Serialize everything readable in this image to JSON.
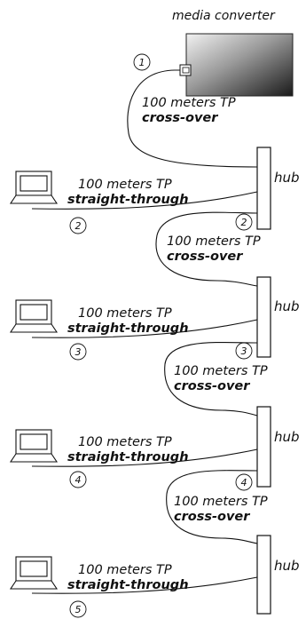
{
  "title": "media converter",
  "hub_label": "hub",
  "cable_tp": "100 meters TP",
  "cable_crossover": "cross-over",
  "cable_straight": "straight-through",
  "numbers": [
    "1",
    "2",
    "2",
    "3",
    "3",
    "4",
    "4",
    "5"
  ]
}
